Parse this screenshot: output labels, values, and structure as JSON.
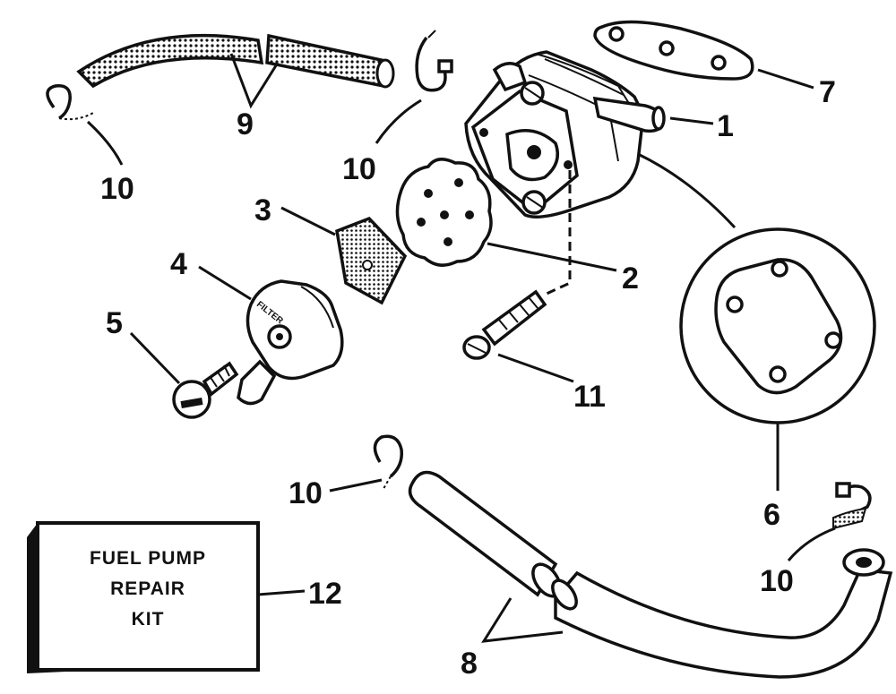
{
  "callouts": {
    "n1": "1",
    "n2": "2",
    "n3": "3",
    "n4": "4",
    "n5": "5",
    "n6": "6",
    "n7": "7",
    "n8": "8",
    "n9": "9",
    "n10a": "10",
    "n10b": "10",
    "n10c": "10",
    "n10d": "10",
    "n11": "11",
    "n12": "12"
  },
  "filter_cover_text": "FILTER",
  "kit_box": {
    "line1": "FUEL PUMP",
    "line2": "REPAIR",
    "line3": "KIT"
  }
}
